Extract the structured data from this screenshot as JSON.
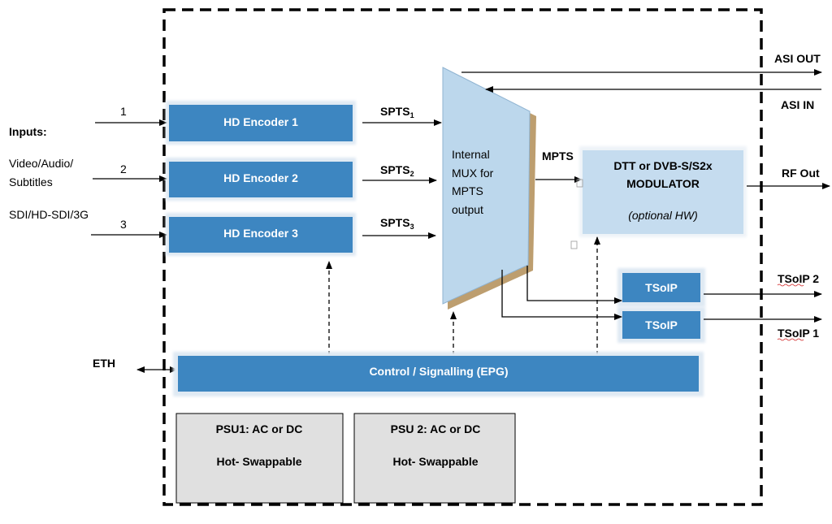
{
  "inputs": {
    "heading": "Inputs:",
    "line1": "Video/Audio/",
    "line2": "Subtitles",
    "line3": "SDI/HD-SDI/3G",
    "numbers": [
      "1",
      "2",
      "3"
    ]
  },
  "encoders": [
    {
      "label": "HD Encoder 1",
      "spts": "SPTS",
      "sub": "1"
    },
    {
      "label": "HD Encoder 2",
      "spts": "SPTS",
      "sub": "2"
    },
    {
      "label": "HD Encoder 3",
      "spts": "SPTS",
      "sub": "3"
    }
  ],
  "mux": {
    "line1": "Internal",
    "line2": "MUX for",
    "line3": "MPTS",
    "line4": "output"
  },
  "mpts_label": "MPTS",
  "modulator": {
    "line1": "DTT or DVB-S/S2x",
    "line2": "MODULATOR",
    "line3": "(optional HW)"
  },
  "asi_out": "ASI OUT",
  "asi_in": "ASI IN",
  "rf_out": "RF Out",
  "tsoip_box": [
    "TSoIP",
    "TSoIP"
  ],
  "tsoip_out": [
    "TSoIP 2",
    "TSoIP 1"
  ],
  "eth": "ETH",
  "control": "Control / Signalling (EPG)",
  "psu": [
    {
      "line1": "PSU1: AC or DC",
      "line2": "Hot- Swappable"
    },
    {
      "line1": "PSU 2: AC or DC",
      "line2": "Hot- Swappable"
    }
  ],
  "colors": {
    "encoder_fill": "#3d86c1",
    "mux_fill": "#bcd7ec",
    "modulator_fill": "#c5dcef",
    "psu_fill": "#e0e0e0",
    "line": "#000000"
  }
}
